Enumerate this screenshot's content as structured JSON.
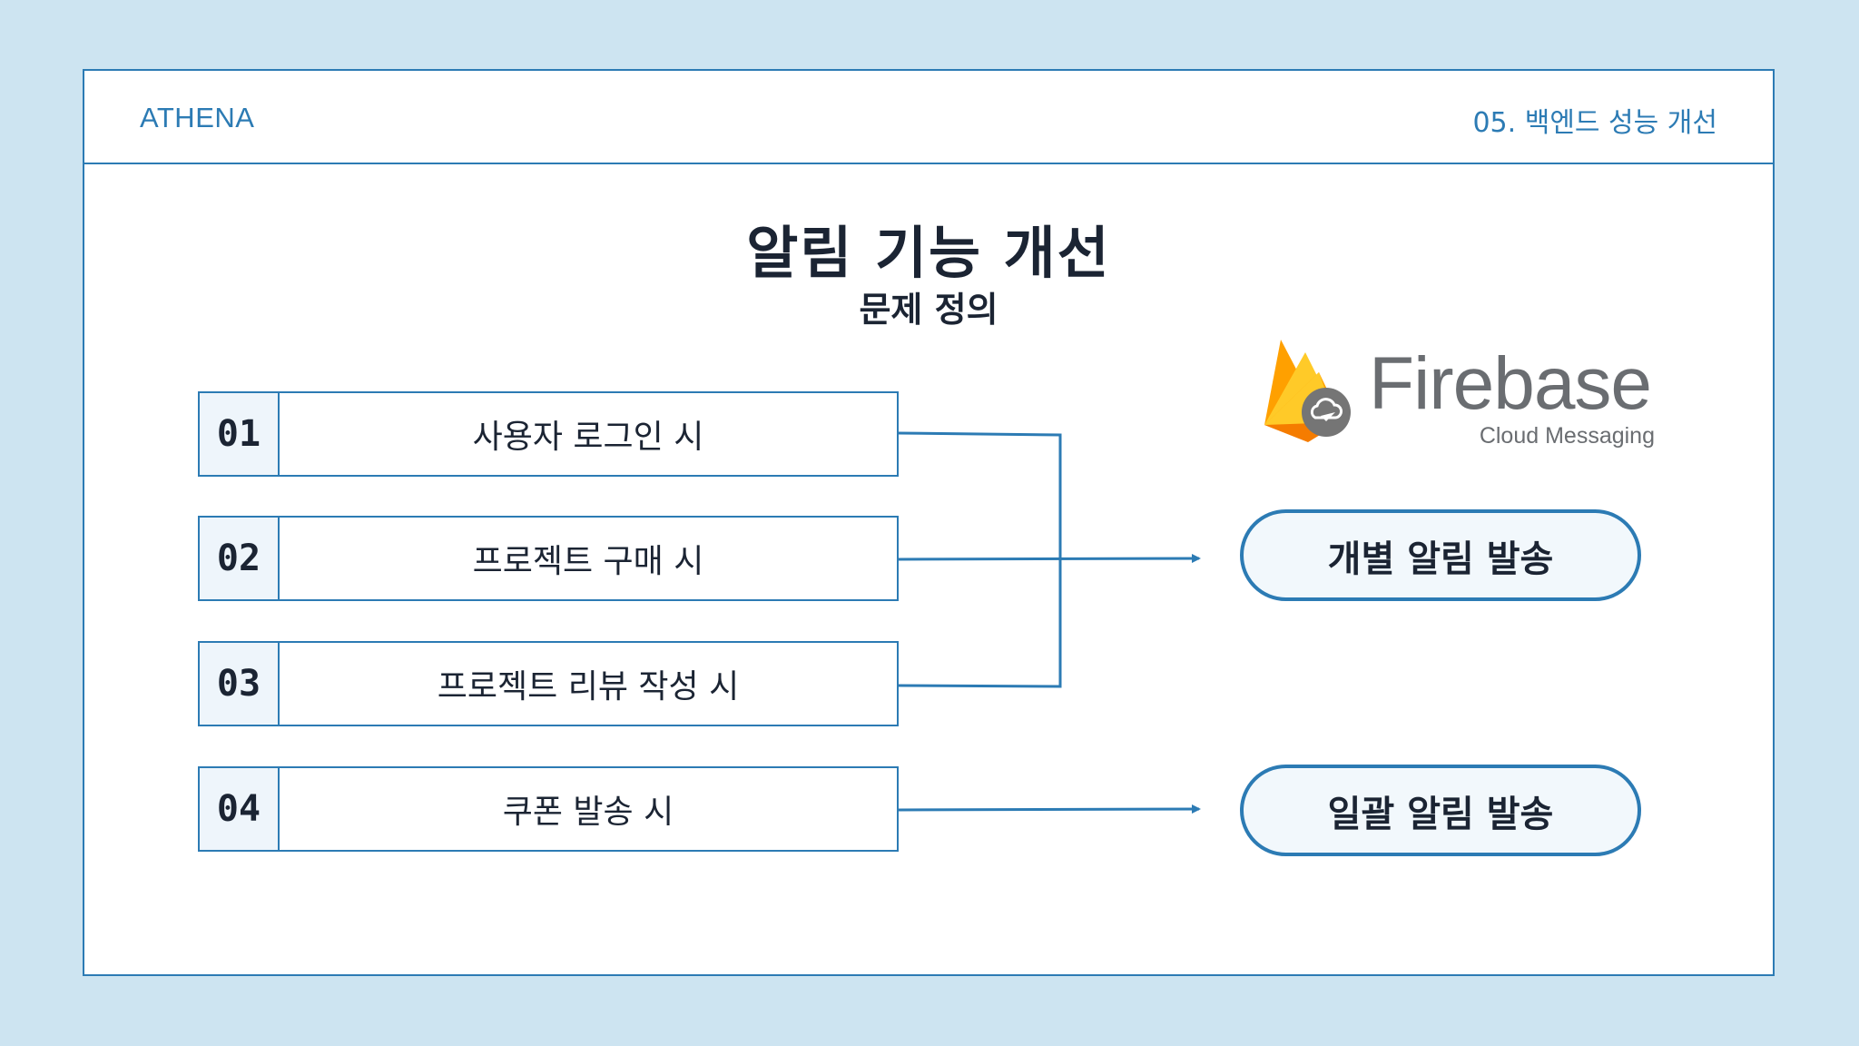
{
  "header": {
    "brand": "ATHENA",
    "section": "05. 백엔드 성능 개선"
  },
  "title": "알림 기능 개선",
  "subtitle": "문제 정의",
  "events": [
    {
      "num": "01",
      "label": "사용자 로그인 시"
    },
    {
      "num": "02",
      "label": "프로젝트 구매 시"
    },
    {
      "num": "03",
      "label": "프로젝트 리뷰 작성 시"
    },
    {
      "num": "04",
      "label": "쿠폰 발송 시"
    }
  ],
  "logo": {
    "name": "Firebase",
    "product": "Cloud Messaging"
  },
  "outputs": [
    {
      "label": "개별 알림 발송"
    },
    {
      "label": "일괄 알림 발송"
    }
  ],
  "colors": {
    "background": "#cde4f1",
    "accent": "#2c7bb4",
    "text": "#1b2433"
  }
}
